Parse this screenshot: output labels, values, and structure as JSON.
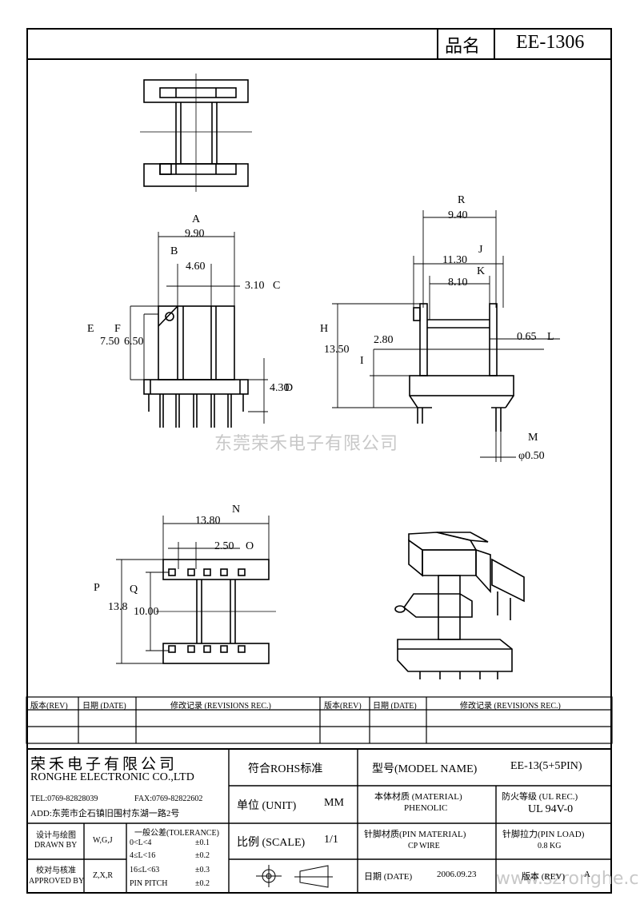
{
  "header": {
    "pin_name_label": "品名",
    "part_number": "EE-1306"
  },
  "dimensions": {
    "A": "A",
    "A_value": "9.90",
    "B": "B",
    "B_value": "4.60",
    "C": "C",
    "C_value": "3.10",
    "D": "D",
    "D_value": "4.30",
    "E": "E",
    "E_value": "7.50",
    "F": "F",
    "F_value": "6.50",
    "H": "H",
    "H_value": "13.50",
    "I": "I",
    "I_value": "2.80",
    "J": "J",
    "J_value": "11.30",
    "K": "K",
    "K_value": "8.10",
    "L": "L",
    "L_value": "0.65",
    "M": "M",
    "M_value": "φ0.50",
    "N": "N",
    "N_value": "13.80",
    "O": "O",
    "O_value": "2.50",
    "P": "P",
    "P_value": "13.8",
    "Q": "Q",
    "Q_value": "10.00",
    "R": "R",
    "R_value": "9.40"
  },
  "watermark": {
    "company": "东莞荣禾电子有限公司",
    "site": "www.szronghe.cn"
  },
  "revisions": {
    "col_rev": "版本(REV)",
    "col_date": "日期 (DATE)",
    "col_record": "修改记录 (REVISIONS REC.)"
  },
  "title_block": {
    "company_cn": "荣禾电子有限公司",
    "company_en": "RONGHE ELECTRONIC CO.,LTD",
    "tel": "TEL:0769-82828039",
    "fax": "FAX:0769-82822602",
    "address": "ADD:东莞市企石镇旧围村东湖一路2号",
    "rohs": "符合ROHS标准",
    "model_label": "型号(MODEL NAME)",
    "model_value": "EE-13(5+5PIN)",
    "unit_label": "单位 (UNIT)",
    "unit_value": "MM",
    "material_label": "本体材质 (MATERIAL)",
    "material_value": "PHENOLIC",
    "fire_label": "防火等级 (UL REC.)",
    "fire_value": "UL 94V-0",
    "scale_label": "比例 (SCALE)",
    "scale_value": "1/1",
    "pin_material_label": "针脚材质(PIN MATERIAL)",
    "pin_material_value": "CP WIRE",
    "pin_load_label": "针脚拉力(PIN LOAD)",
    "pin_load_value": "0.8 KG",
    "drawn_label_cn": "设计与绘图",
    "drawn_label_en": "DRAWN BY",
    "drawn_value": "W,G,J",
    "approved_label_cn": "校对与核准",
    "approved_label_en": "APPROVED BY",
    "approved_value": "Z,X,R",
    "tolerance_title": "一般公差(TOLERANCE)",
    "tol_rows": [
      {
        "range": "0<L<4",
        "value": "±0.1"
      },
      {
        "range": "4≤L<16",
        "value": "±0.2"
      },
      {
        "range": "16≤L<63",
        "value": "±0.3"
      },
      {
        "range": "PIN PITCH",
        "value": "±0.2"
      }
    ],
    "date_label": "日期 (DATE)",
    "date_value": "2006.09.23",
    "rev_label": "版本 (REV)",
    "rev_value": "A"
  }
}
